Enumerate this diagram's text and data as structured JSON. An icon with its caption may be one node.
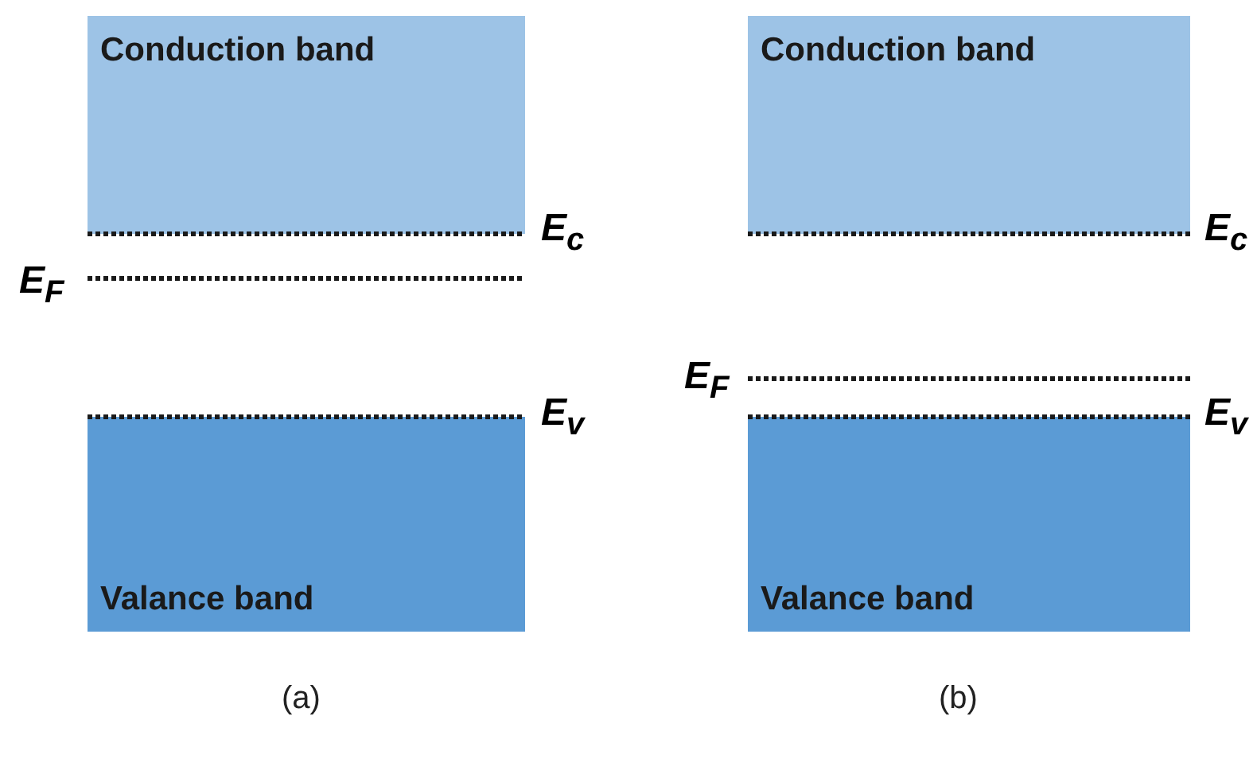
{
  "diagram": {
    "nodes": [
      {
        "text": [
          "Conduction band"
        ]
      },
      {
        "text": [
          "Valance band"
        ]
      },
      {
        "text": [
          "Conduction band"
        ]
      },
      {
        "text": [
          "Valance band"
        ]
      }
    ],
    "edges": [],
    "labels": [
      "E$_{c}$",
      "E$_{c}$",
      "E$_{F}$",
      "E$_{F}$",
      "E$_{v}$",
      "E$_{v}$",
      "(a)",
      "(b)"
    ]
  }
}
